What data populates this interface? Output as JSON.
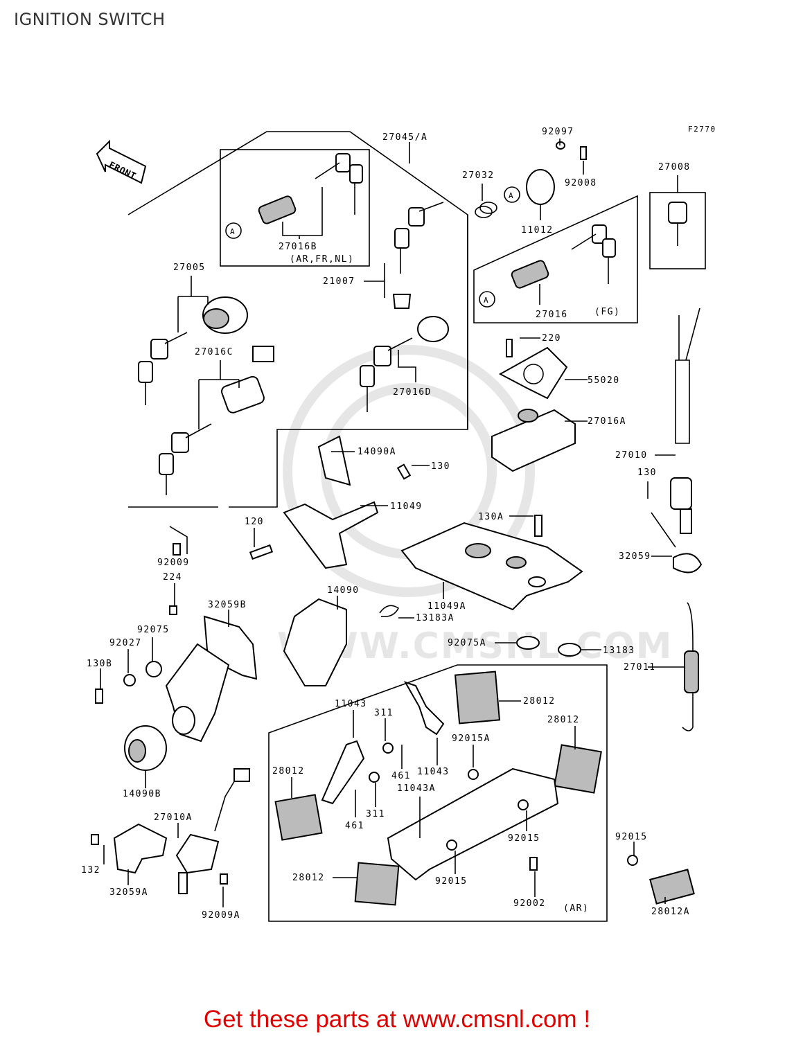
{
  "page": {
    "title": "IGNITION SWITCH",
    "footer_prefix": "Get these parts at ",
    "footer_link": "www.cmsnl.com",
    "footer_suffix": " !"
  },
  "diagram": {
    "figure_code": "F2770",
    "front_label": "FRONT",
    "circle_ref": "A",
    "watermark": "WWW.CMSNL.COM",
    "labels": {
      "p27045A": "27045/A",
      "p92097": "92097",
      "p92008": "92008",
      "p27032": "27032",
      "p11012": "11012",
      "p27008": "27008",
      "p27016B": "27016B",
      "p27016B_note": "(AR,FR,NL)",
      "p27005": "27005",
      "p21007": "21007",
      "p27016": "27016",
      "p27016_note": "(FG)",
      "p27016C": "27016C",
      "p27016D": "27016D",
      "p220": "220",
      "p55020": "55020",
      "p27016A": "27016A",
      "p14090A": "14090A",
      "p130_top": "130",
      "p27010": "27010",
      "p130_right": "130",
      "p11049": "11049",
      "p130A": "130A",
      "p120": "120",
      "p32059": "32059",
      "p92009": "92009",
      "p224": "224",
      "p14090": "14090",
      "p32059B": "32059B",
      "p11049A": "11049A",
      "p13183A": "13183A",
      "p92075": "92075",
      "p92027": "92027",
      "p92075A": "92075A",
      "p13183": "13183",
      "p130B": "130B",
      "p27011": "27011",
      "p28012_a": "28012",
      "p11043_a": "11043",
      "p311_a": "311",
      "p28012_b": "28012",
      "p92015A": "92015A",
      "p461_a": "461",
      "p11043_b": "11043",
      "p28012_c": "28012",
      "p11043A": "11043A",
      "p14090B": "14090B",
      "p311_b": "311",
      "p461_b": "461",
      "p92015_a": "92015",
      "p92015_b": "92015",
      "p27010A": "27010A",
      "p132": "132",
      "p28012_d": "28012",
      "p92015_c": "92015",
      "p32059A": "32059A",
      "p92002": "92002",
      "p92002_note": "(AR)",
      "p92009A": "92009A",
      "p28012A": "28012A"
    }
  }
}
